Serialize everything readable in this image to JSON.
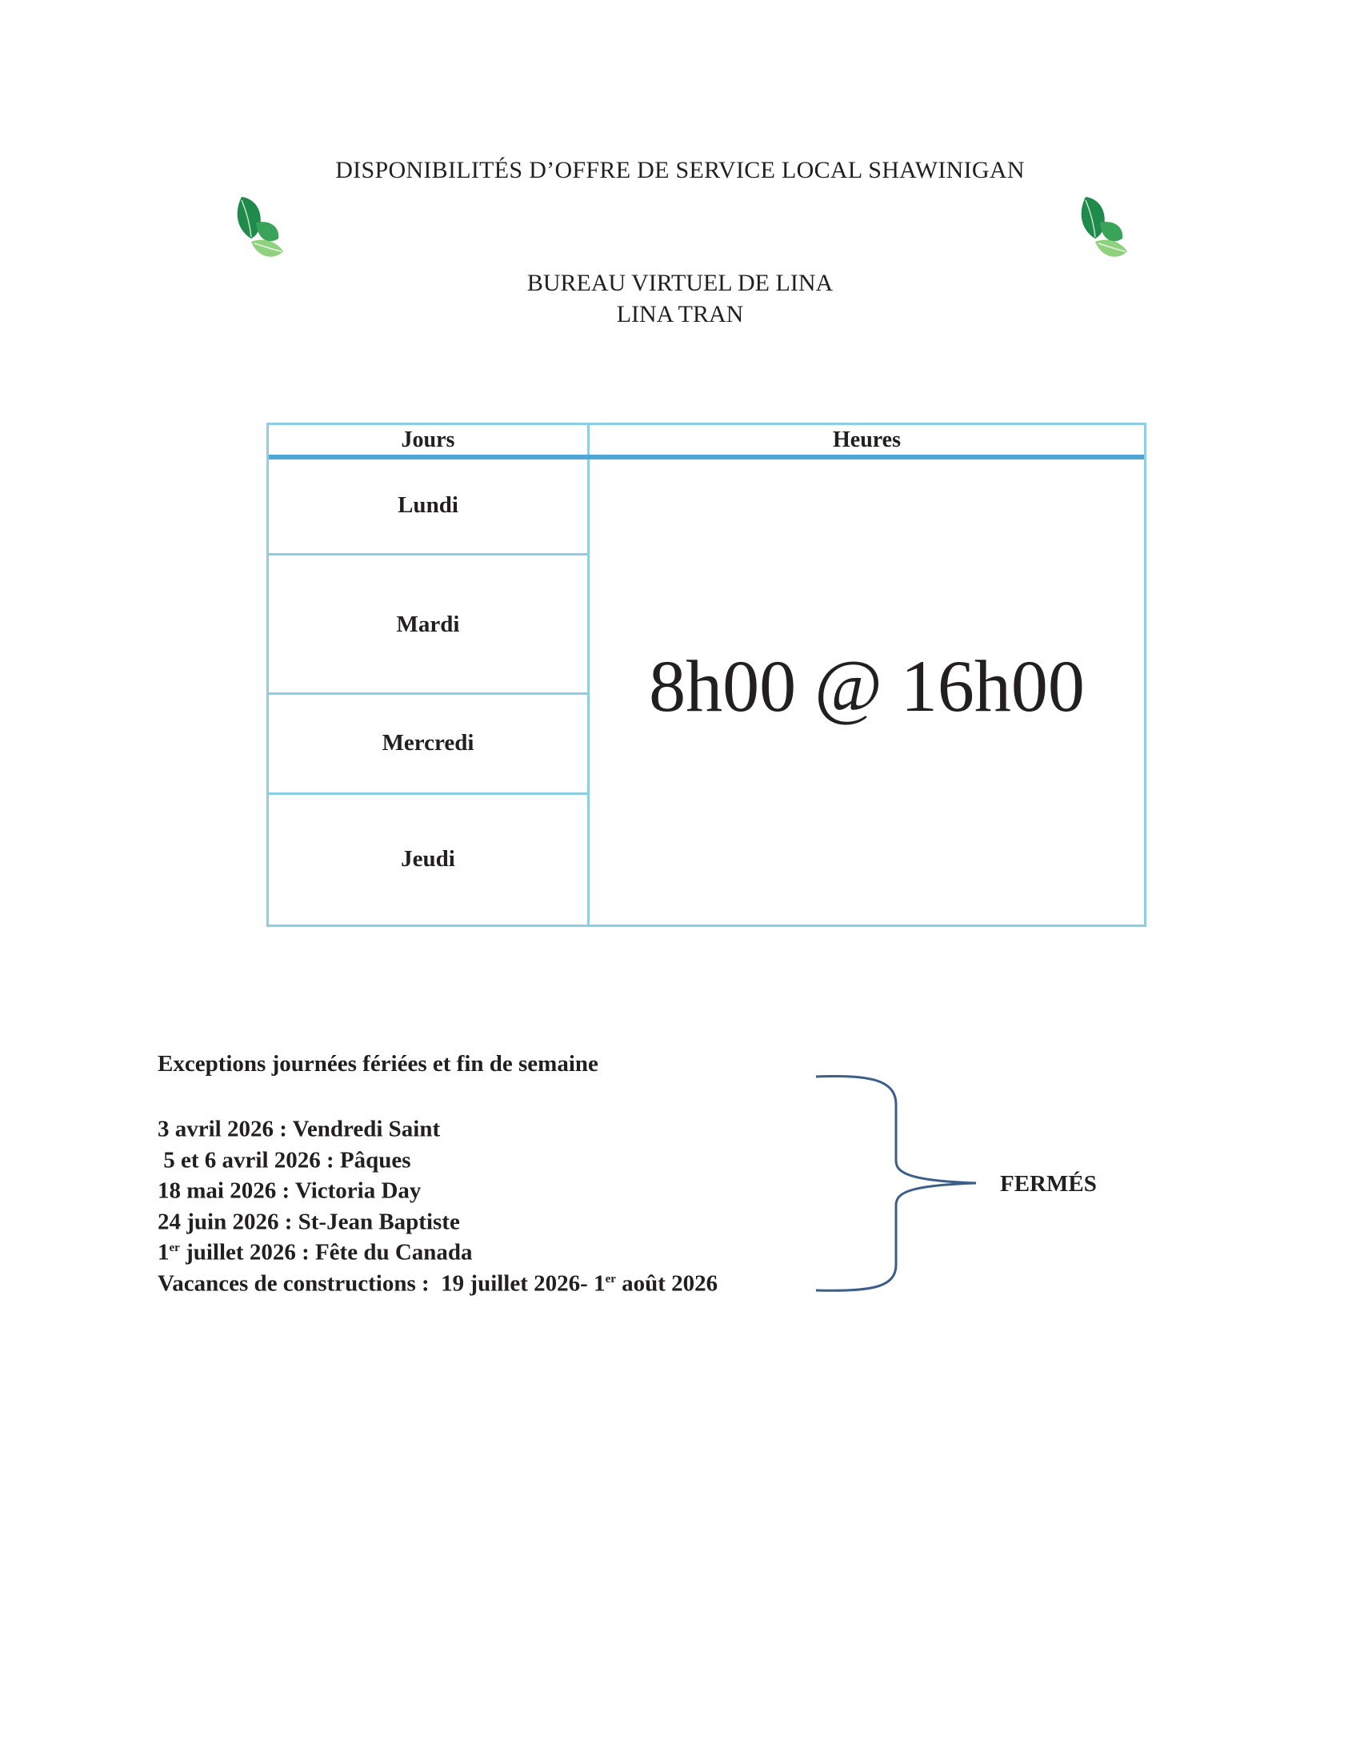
{
  "header": {
    "title": "DISPONIBILITÉS D’OFFRE DE SERVICE LOCAL SHAWINIGAN",
    "office": "BUREAU VIRTUEL DE LINA",
    "name": "LINA TRAN"
  },
  "icons": {
    "decoration": "leaf-icon",
    "leaf_dark": "#1f8a4c",
    "leaf_light": "#8fd17f"
  },
  "schedule": {
    "col_days": "Jours",
    "col_hours": "Heures",
    "days": [
      "Lundi",
      "Mardi",
      "Mercredi",
      "Jeudi"
    ],
    "hours": "8h00 @ 16h00",
    "border_color": "#8ecde6",
    "rule_color": "#4ea6d6"
  },
  "exceptions": {
    "title": "Exceptions journées fériées et fin de semaine",
    "items": [
      {
        "pre": "3 avril 2026 : Vendredi Saint",
        "sup": "",
        "post": "",
        "sup2": "",
        "post2": ""
      },
      {
        "pre": " 5 et 6 avril 2026 : Pâques",
        "sup": "",
        "post": "",
        "sup2": "",
        "post2": ""
      },
      {
        "pre": "18 mai 2026 : Victoria Day",
        "sup": "",
        "post": "",
        "sup2": "",
        "post2": ""
      },
      {
        "pre": "24 juin 2026 : St-Jean Baptiste",
        "sup": "",
        "post": "",
        "sup2": "",
        "post2": ""
      },
      {
        "pre": "1",
        "sup": "er",
        "post": " juillet 2026 : Fête du Canada",
        "sup2": "",
        "post2": ""
      },
      {
        "pre": "Vacances de constructions :  19 juillet 2026- 1",
        "sup": "er",
        "post": " août 2026",
        "sup2": "",
        "post2": ""
      }
    ],
    "closed_label": "FERMÉS"
  }
}
